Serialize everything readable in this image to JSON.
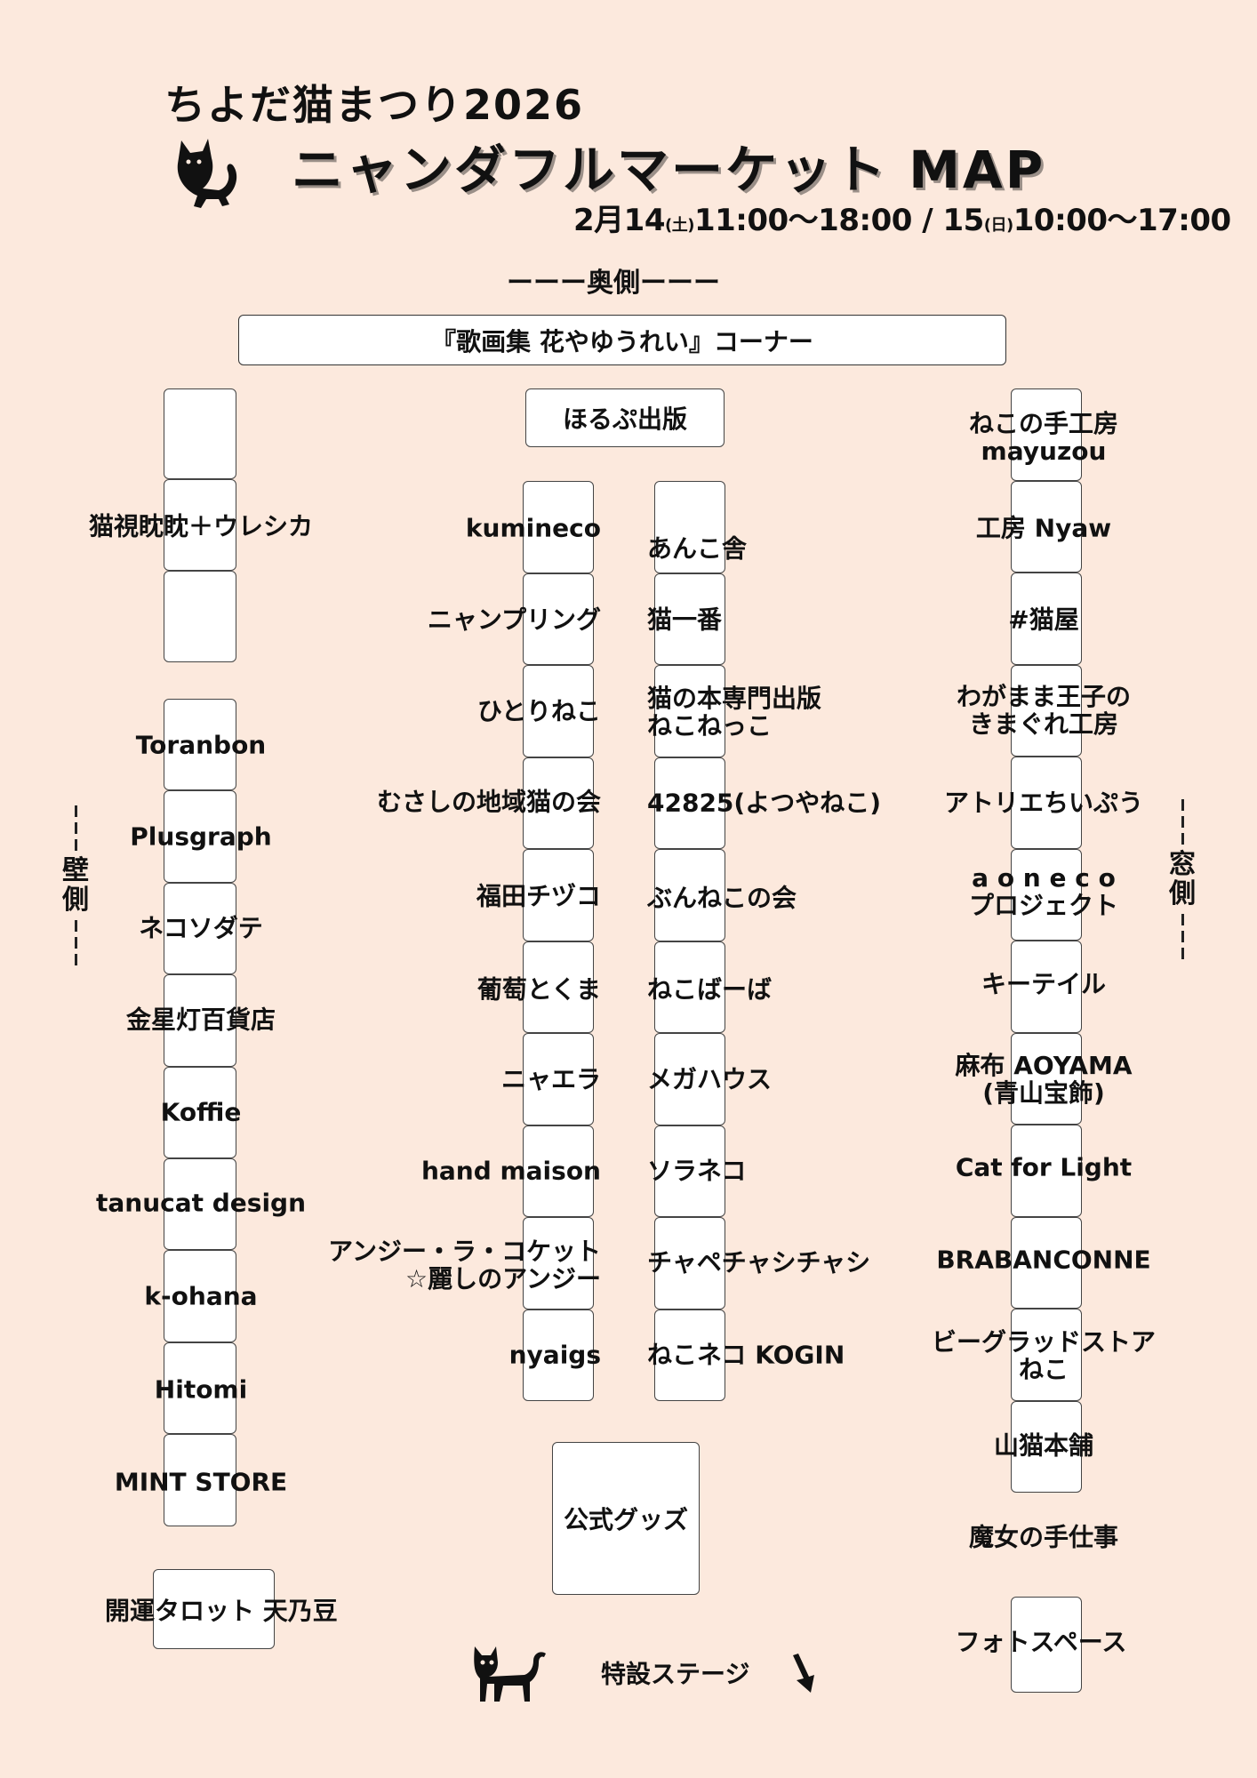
{
  "header": {
    "event": "ちよだ猫まつり2026",
    "title": "ニャンダフルマーケット MAP",
    "dates": {
      "d1": "2月14",
      "w1": "(土)",
      "t1": "11:00〜18:00 / 15",
      "w2": "(日)",
      "t2": "10:00〜17:00"
    }
  },
  "map": {
    "back_label": "ーーー奥側ーーー",
    "corner_label": "『歌画集 花やゆうれい』コーナー",
    "horupu": "ほるぷ出版",
    "wall_side": "壁側",
    "window_side": "窓側",
    "official_goods": "公式グッズ",
    "stage": "特設ステージ",
    "tarot": "開運タロット 天乃豆",
    "photo": "フォトスペース",
    "left_column": [
      [
        "猫視眈眈＋ウレシカ"
      ],
      [
        "Toranbon"
      ],
      [
        "Plusgraph"
      ],
      [
        "ネコソダテ"
      ],
      [
        "金星灯百貨店"
      ],
      [
        "Koffie"
      ],
      [
        "tanucat design"
      ],
      [
        "k-ohana"
      ],
      [
        "Hitomi"
      ],
      [
        "MINT STORE"
      ]
    ],
    "center_left": [
      [
        "kumineco"
      ],
      [
        "ニャンプリング"
      ],
      [
        "ひとりねこ"
      ],
      [
        "むさしの地域猫の会"
      ],
      [
        "福田チヅコ"
      ],
      [
        "葡萄とくま"
      ],
      [
        "ニャエラ"
      ],
      [
        "hand maison"
      ],
      [
        "アンジー・ラ・コケット",
        "☆麗しのアンジー"
      ],
      [
        "nyaigs"
      ]
    ],
    "center_right": [
      [
        "あんこ舎"
      ],
      [
        "猫一番"
      ],
      [
        "猫の本専門出版",
        "ねこねっこ"
      ],
      [
        "42825(よつやねこ)"
      ],
      [
        "ぶんねこの会"
      ],
      [
        "ねこばーば"
      ],
      [
        "メガハウス"
      ],
      [
        "ソラネコ"
      ],
      [
        "チャペチャシチャシ"
      ],
      [
        "ねこネコ KOGIN"
      ]
    ],
    "right_column": [
      [
        "ねこの手工房",
        "mayuzou"
      ],
      [
        "工房 Nyaw"
      ],
      [
        "#猫屋"
      ],
      [
        "わがまま王子の",
        "きまぐれ工房"
      ],
      [
        "アトリエちいぷう"
      ],
      [
        "a o n e c o",
        "プロジェクト"
      ],
      [
        "キーテイル"
      ],
      [
        "麻布 AOYAMA",
        "(青山宝飾)"
      ],
      [
        "Cat for Light"
      ],
      [
        "BRABANCONNE"
      ],
      [
        "ビーグラッドストア",
        "ねこ"
      ],
      [
        "山猫本舗"
      ],
      [
        "魔女の手仕事"
      ]
    ]
  }
}
